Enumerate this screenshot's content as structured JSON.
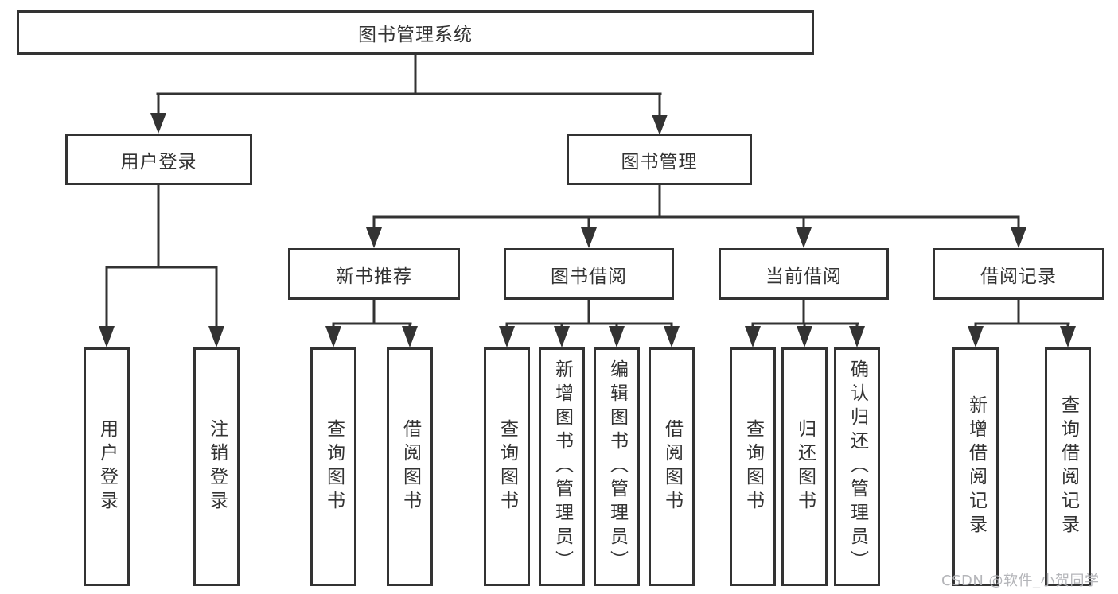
{
  "tree": {
    "label": "图书管理系统",
    "children": [
      {
        "label": "用户登录",
        "children": [
          {
            "label": "用户登录"
          },
          {
            "label": "注销登录"
          }
        ]
      },
      {
        "label": "图书管理",
        "children": [
          {
            "label": "新书推荐",
            "children": [
              {
                "label": "查询图书"
              },
              {
                "label": "借阅图书"
              }
            ]
          },
          {
            "label": "图书借阅",
            "children": [
              {
                "label": "查询图书"
              },
              {
                "label": "新增图书（管理员）"
              },
              {
                "label": "编辑图书（管理员）"
              },
              {
                "label": "借阅图书"
              }
            ]
          },
          {
            "label": "当前借阅",
            "children": [
              {
                "label": "查询图书"
              },
              {
                "label": "归还图书"
              },
              {
                "label": "确认归还（管理员）"
              }
            ]
          },
          {
            "label": "借阅记录",
            "children": [
              {
                "label": "新增借阅记录"
              },
              {
                "label": "查询借阅记录"
              }
            ]
          }
        ]
      }
    ]
  },
  "watermark": "CSDN @软件_小贺同学",
  "colors": {
    "line": "#333333",
    "box_border": "#333333",
    "box_background": "#ffffff",
    "text": "#333333",
    "watermark": "#b0b1b5",
    "page_background": "#ffffff"
  }
}
